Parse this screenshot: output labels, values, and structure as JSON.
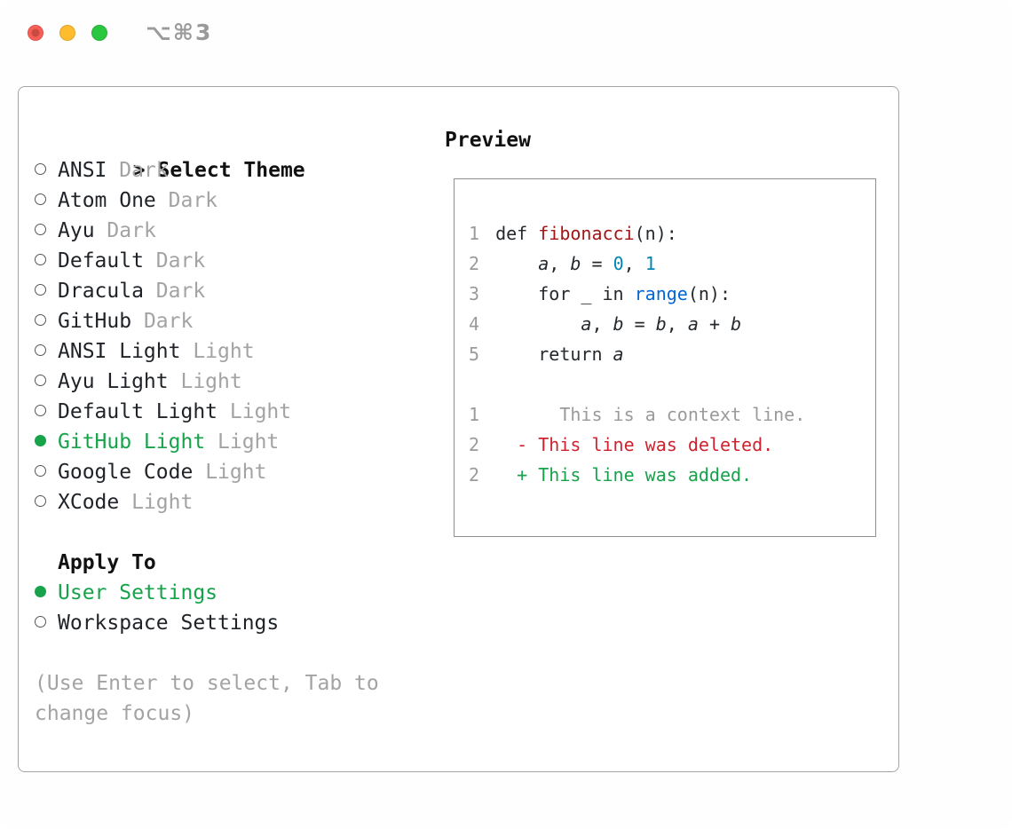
{
  "colors": {
    "green": "#16a34a",
    "gray_muted": "#a3a3a3",
    "function_red": "#a31515",
    "number_teal": "#0086b3",
    "builtin_blue": "#0366d6",
    "diff_delete_red": "#cf222e",
    "traffic_red": "#f95f57",
    "traffic_yellow": "#febc2e",
    "traffic_green": "#29c73f"
  },
  "titlebar": {
    "shortcut": "⌥⌘3"
  },
  "selector": {
    "prompt": "> ",
    "title": "Select Theme",
    "themes": [
      {
        "name": "ANSI",
        "variant": "Dark",
        "selected": false
      },
      {
        "name": "Atom One",
        "variant": "Dark",
        "selected": false
      },
      {
        "name": "Ayu",
        "variant": "Dark",
        "selected": false
      },
      {
        "name": "Default",
        "variant": "Dark",
        "selected": false
      },
      {
        "name": "Dracula",
        "variant": "Dark",
        "selected": false
      },
      {
        "name": "GitHub",
        "variant": "Dark",
        "selected": false
      },
      {
        "name": "ANSI Light",
        "variant": "Light",
        "selected": false
      },
      {
        "name": "Ayu Light",
        "variant": "Light",
        "selected": false
      },
      {
        "name": "Default Light",
        "variant": "Light",
        "selected": false
      },
      {
        "name": "GitHub Light",
        "variant": "Light",
        "selected": true
      },
      {
        "name": "Google Code",
        "variant": "Light",
        "selected": false
      },
      {
        "name": "XCode",
        "variant": "Light",
        "selected": false
      }
    ],
    "apply_to": {
      "title": "Apply To",
      "options": [
        {
          "label": "User Settings",
          "selected": true
        },
        {
          "label": "Workspace Settings",
          "selected": false
        }
      ]
    },
    "hint": "(Use Enter to select, Tab to change focus)"
  },
  "preview": {
    "title": "Preview",
    "code_lines": [
      {
        "num": "1",
        "tokens": [
          [
            "def ",
            "p"
          ],
          [
            "fibonacci",
            "fn"
          ],
          [
            "(n):",
            "p"
          ]
        ]
      },
      {
        "num": "2",
        "tokens": [
          [
            "    ",
            "p"
          ],
          [
            "a",
            "v"
          ],
          [
            ", ",
            "p"
          ],
          [
            "b",
            "v"
          ],
          [
            " = ",
            "p"
          ],
          [
            "0",
            "n"
          ],
          [
            ", ",
            "p"
          ],
          [
            "1",
            "n"
          ]
        ]
      },
      {
        "num": "3",
        "tokens": [
          [
            "    for _ in ",
            "p"
          ],
          [
            "range",
            "b"
          ],
          [
            "(n):",
            "p"
          ]
        ]
      },
      {
        "num": "4",
        "tokens": [
          [
            "        ",
            "p"
          ],
          [
            "a",
            "v"
          ],
          [
            ", ",
            "p"
          ],
          [
            "b",
            "v"
          ],
          [
            " = ",
            "p"
          ],
          [
            "b",
            "v"
          ],
          [
            ", ",
            "p"
          ],
          [
            "a",
            "v"
          ],
          [
            " + ",
            "p"
          ],
          [
            "b",
            "v"
          ]
        ]
      },
      {
        "num": "5",
        "tokens": [
          [
            "    return ",
            "p"
          ],
          [
            "a",
            "v"
          ]
        ]
      },
      {
        "num": "",
        "tokens": []
      },
      {
        "num": "1",
        "tokens": [
          [
            "      This is a context line.",
            "ctx"
          ]
        ]
      },
      {
        "num": "2",
        "tokens": [
          [
            "  - This line was deleted.",
            "del"
          ]
        ]
      },
      {
        "num": "2",
        "tokens": [
          [
            "  + This line was added.",
            "add"
          ]
        ]
      }
    ]
  }
}
